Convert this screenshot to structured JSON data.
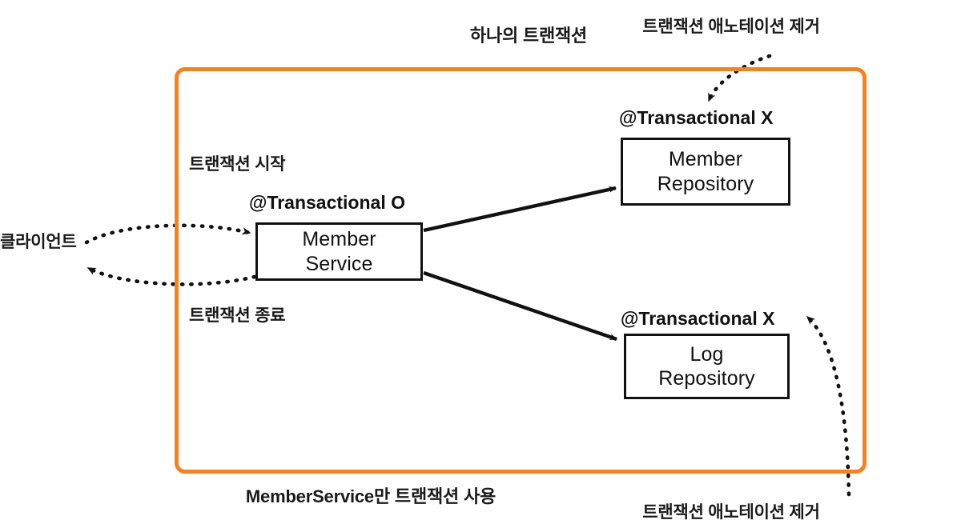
{
  "diagram": {
    "type": "architecture-flow-diagram",
    "title": "하나의 트랜잭션",
    "caption": "MemberService만 트랜잭션 사용",
    "boundary": {
      "name": "transaction-boundary",
      "color": "#f5821f",
      "label": "하나의 트랜잭션"
    },
    "colors": {
      "boundary": "#f5821f",
      "stroke": "#111111",
      "text": "#1a1a1a",
      "background": "#ffffff"
    },
    "external_actor": {
      "label": "클라이언트"
    },
    "nodes": [
      {
        "id": "member-service",
        "line1": "Member",
        "line2": "Service",
        "annotation": "@Transactional O",
        "inside_boundary": true
      },
      {
        "id": "member-repository",
        "line1": "Member",
        "line2": "Repository",
        "annotation": "@Transactional X",
        "inside_boundary": true
      },
      {
        "id": "log-repository",
        "line1": "Log",
        "line2": "Repository",
        "annotation": "@Transactional X",
        "inside_boundary": true
      }
    ],
    "edge_labels": {
      "tx_start": "트랜잭션 시작",
      "tx_end": "트랜잭션 종료"
    },
    "callouts": [
      {
        "id": "remove-annotation-top",
        "text": "트랜잭션 애노테이션 제거",
        "points_to": "member-repository-annotation"
      },
      {
        "id": "remove-annotation-bottom",
        "text": "트랜잭션 애노테이션 제거",
        "points_to": "log-repository-annotation"
      }
    ]
  }
}
